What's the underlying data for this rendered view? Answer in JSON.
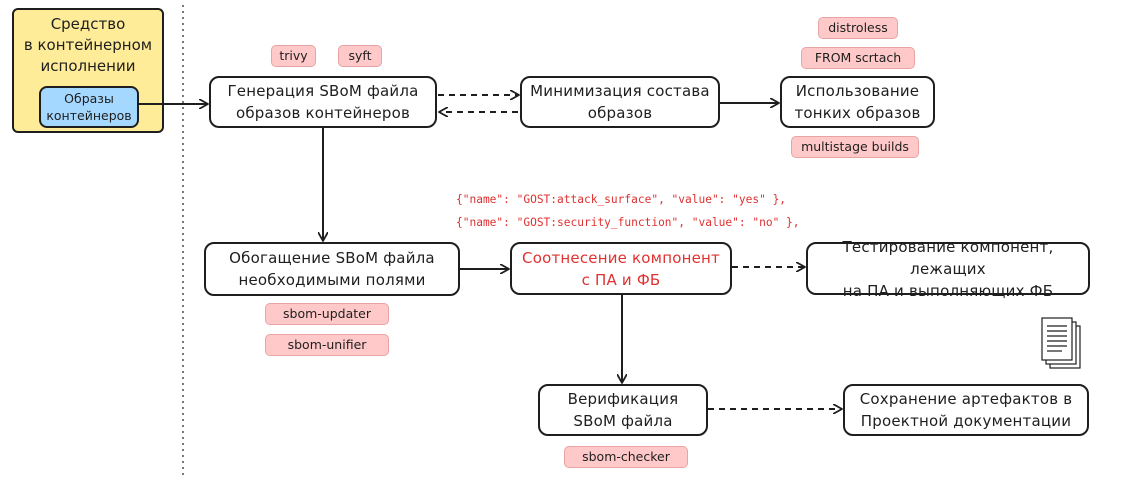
{
  "tool": {
    "title_lines": [
      "Средство",
      "в контейнерном",
      "исполнении"
    ],
    "images_label_lines": [
      "Образы",
      "контейнеров"
    ]
  },
  "nodes": {
    "generation": [
      "Генерация SBoM файла",
      "образов контейнеров"
    ],
    "minimization": [
      "Минимизация состава",
      "образов"
    ],
    "thin_images": [
      "Использование",
      "тонких образов"
    ],
    "enrichment": [
      "Обогащение SBoM файла",
      "необходимыми полями"
    ],
    "correlation": [
      "Соотнесение компонент",
      "с ПА и ФБ"
    ],
    "testing": [
      "Тестирование компонент, лежащих",
      "на ПА и выполняющих ФБ"
    ],
    "verification": [
      "Верификация",
      "SBoM файла"
    ],
    "saving": [
      "Сохранение артефактов в",
      "Проектной документации"
    ]
  },
  "tags": {
    "trivy": "trivy",
    "syft": "syft",
    "distroless": "distroless",
    "from_scratch": "FROM scrtach",
    "multistage": "multistage builds",
    "sbom_updater": "sbom-updater",
    "sbom_unifier": "sbom-unifier",
    "sbom_checker": "sbom-checker"
  },
  "json_annotation": [
    "{\"name\": \"GOST:attack_surface\", \"value\": \"yes\" },",
    "{\"name\": \"GOST:security_function\", \"value\": \"no\" },"
  ],
  "colors": {
    "tag_fill": "#ffc9c9",
    "tool_fill": "#ffec99",
    "images_fill": "#a5d8ff",
    "accent_red": "#e03131",
    "stroke": "#1e1e1e"
  },
  "icons": {
    "document_stack": "document-stack-icon"
  }
}
